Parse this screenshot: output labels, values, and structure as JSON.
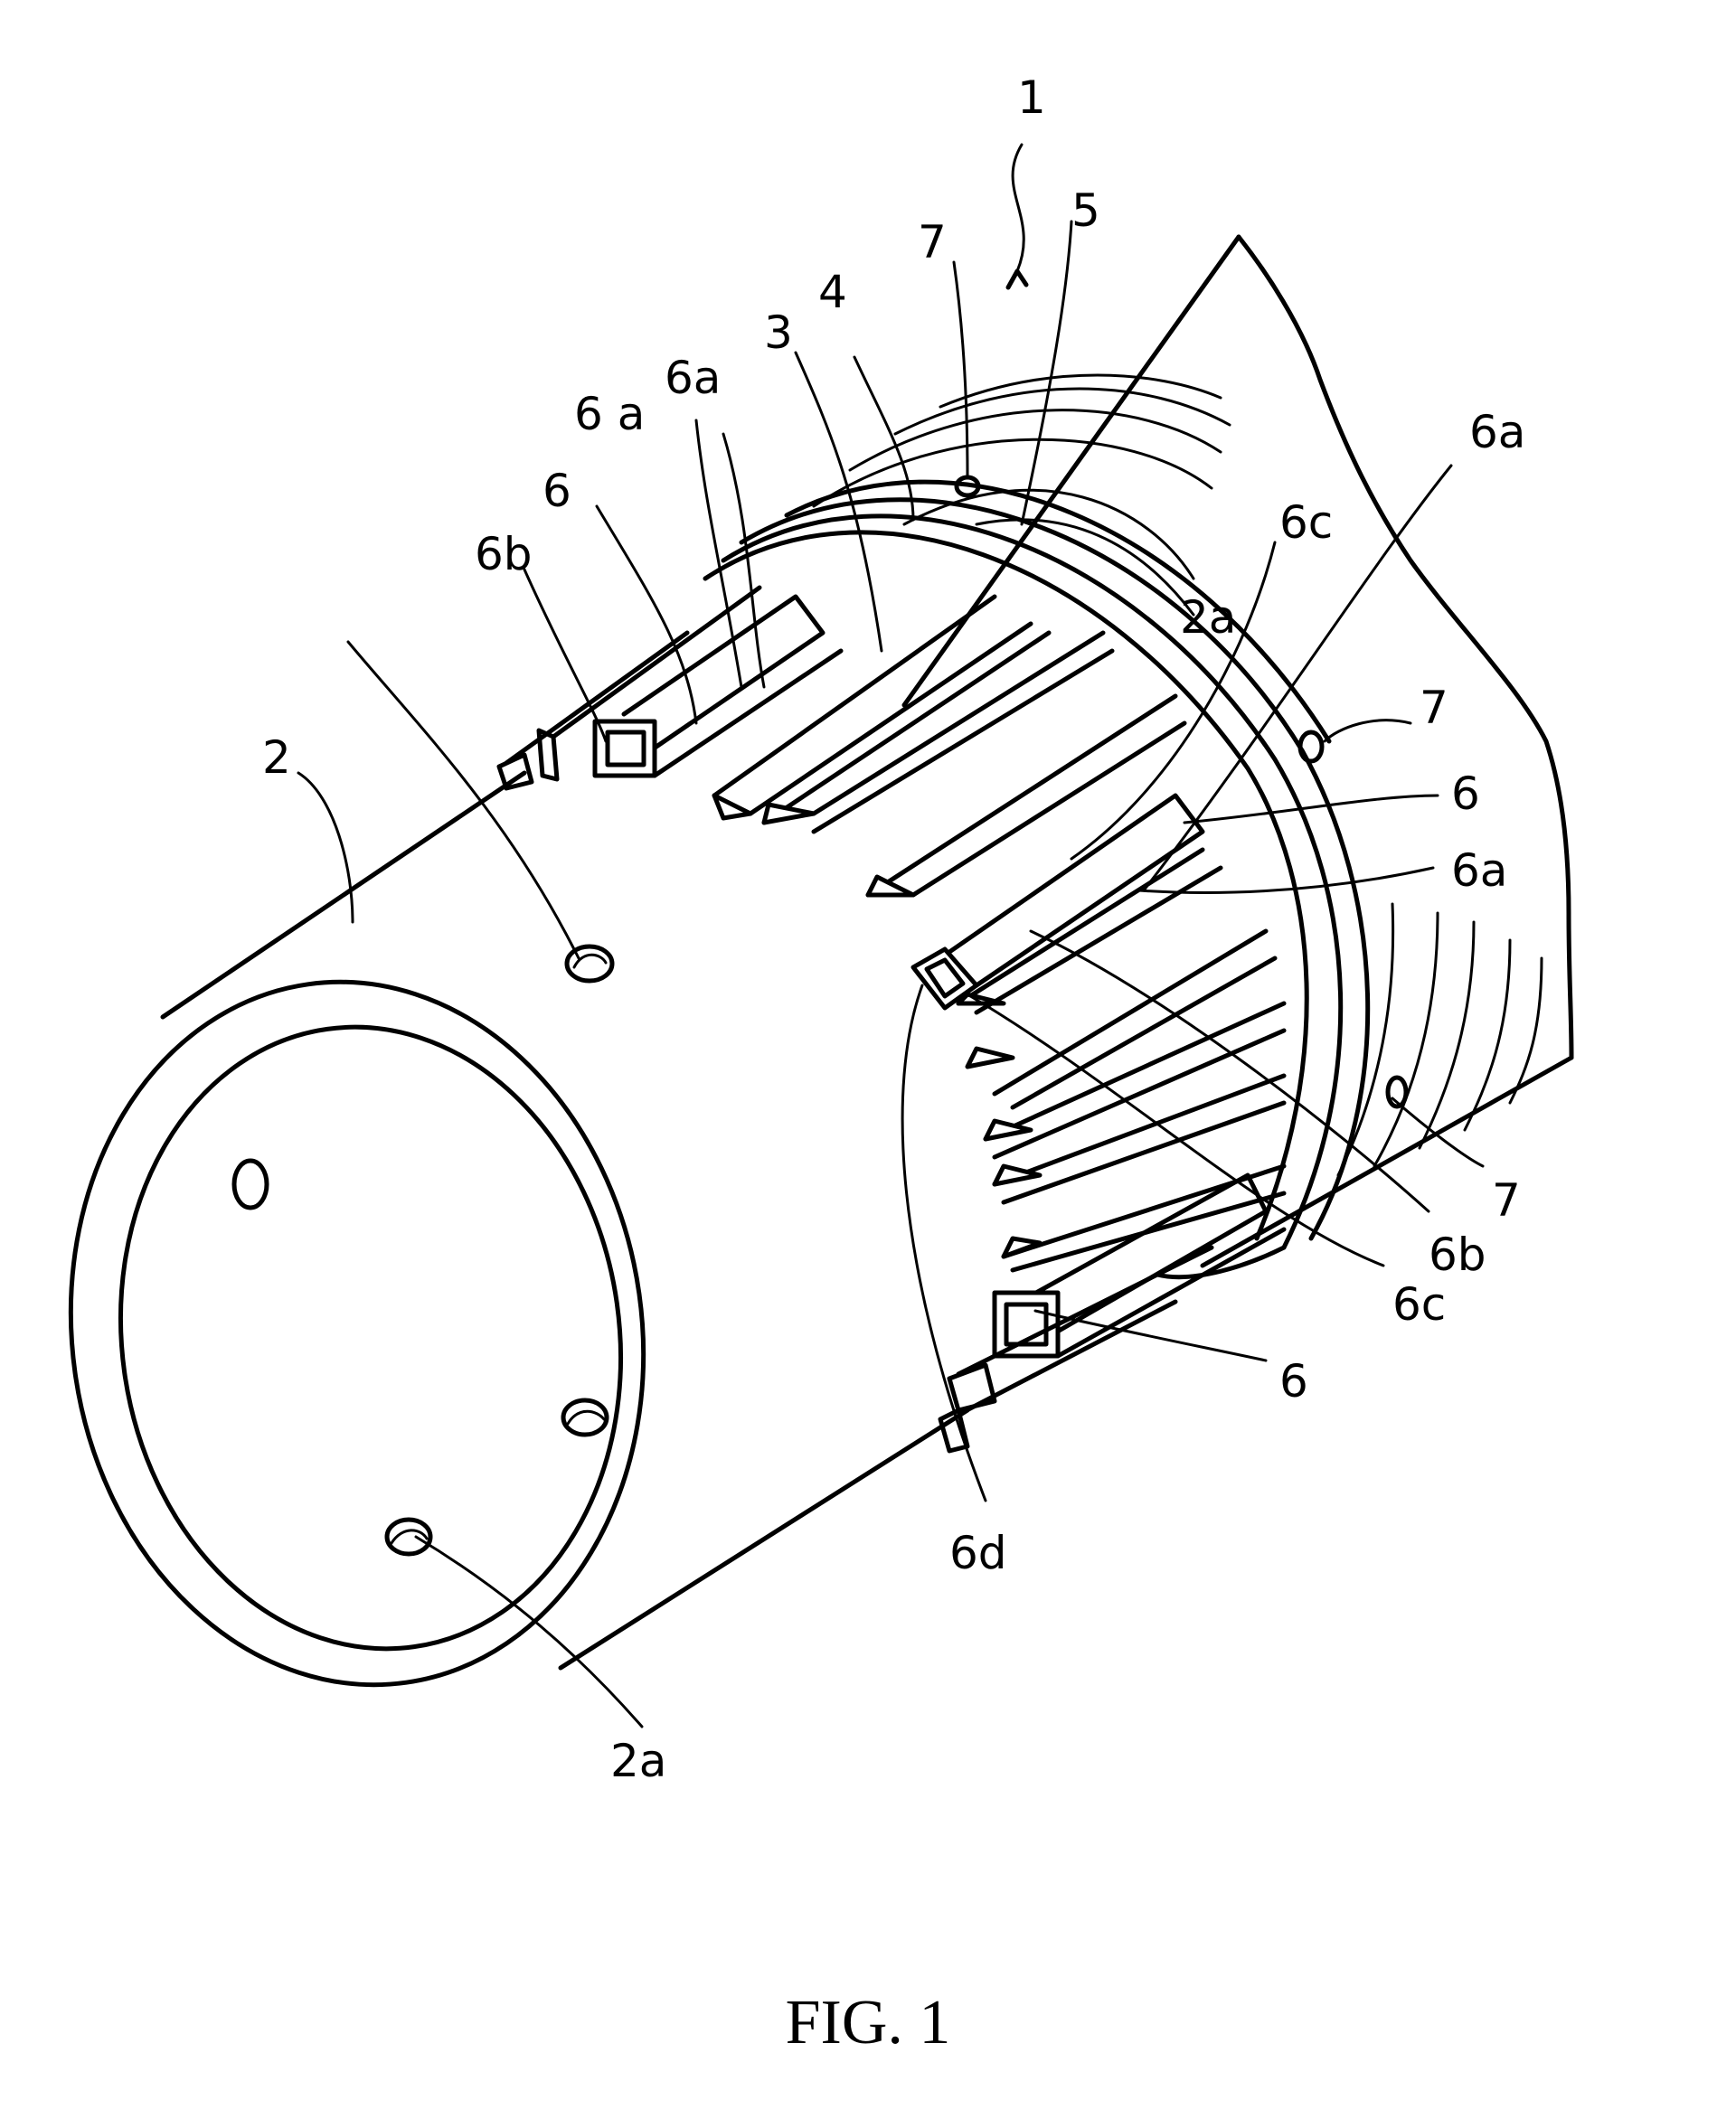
{
  "figure": {
    "caption": "FIG.  1",
    "labels": {
      "assembly": "1",
      "pipe": "2",
      "pipe_hole_top": "2a",
      "pipe_hole_bottom": "2a",
      "core": "3",
      "ring": "4",
      "winding": "5",
      "bar_left": "6",
      "bar_right_upper": "6",
      "bar_right_lower": "6",
      "bar_left_6a_1": "6 a",
      "bar_left_6a_2": "6a",
      "bar_right_6a_top": "6a",
      "bar_right_6a_mid": "6a",
      "bar_left_6b": "6b",
      "bar_right_6b": "6b",
      "bar_right_6c_top": "6c",
      "bar_right_6c_bottom": "6c",
      "bar_6d": "6d",
      "hole_7_top": "7",
      "hole_7_mid": "7",
      "hole_7_bottom": "7"
    }
  }
}
